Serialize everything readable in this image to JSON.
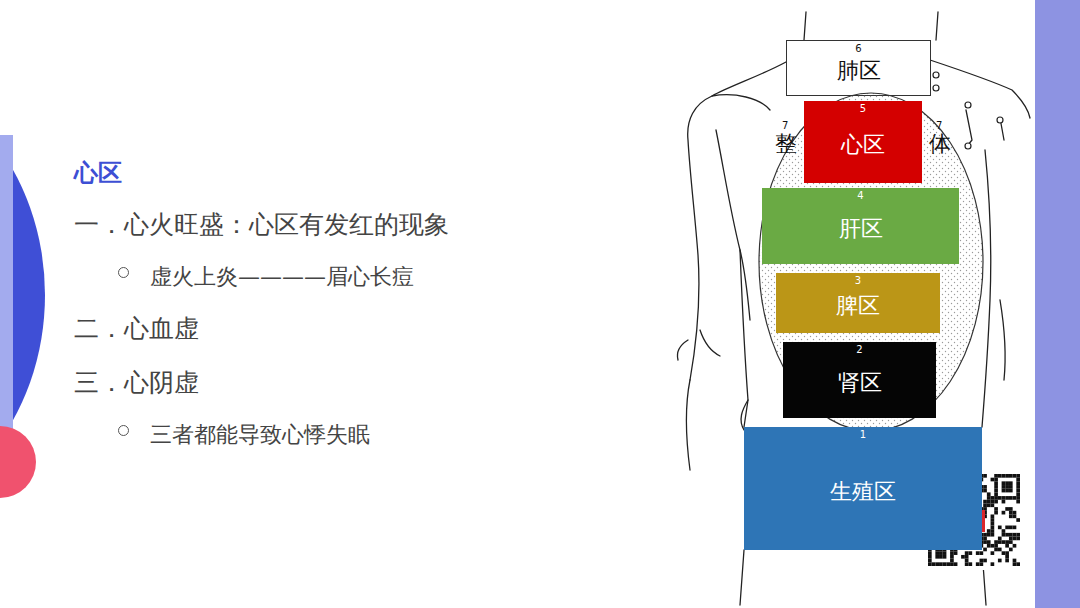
{
  "diagram": {
    "title": "心区",
    "nodes": [
      {
        "text": [
          "6",
          "肺区"
        ]
      },
      {
        "text": [
          "7",
          "整",
          "7",
          "体"
        ]
      },
      {
        "text": [
          "5",
          "心区"
        ],
        "in": 1
      },
      {
        "text": [
          "4",
          "肝区"
        ],
        "in": 1
      },
      {
        "text": [
          "3",
          "脾区"
        ],
        "in": 1
      },
      {
        "text": [
          "2",
          "肾区"
        ],
        "in": 1
      },
      {
        "text": [
          "1",
          "生殖区"
        ]
      }
    ],
    "labels": [
      "一．心火旺盛：心区有发红的现象",
      "虚火上炎————眉心长痘",
      "二．心血虚",
      "三．心阴虚",
      "三者都能导致心悸失眠"
    ]
  }
}
